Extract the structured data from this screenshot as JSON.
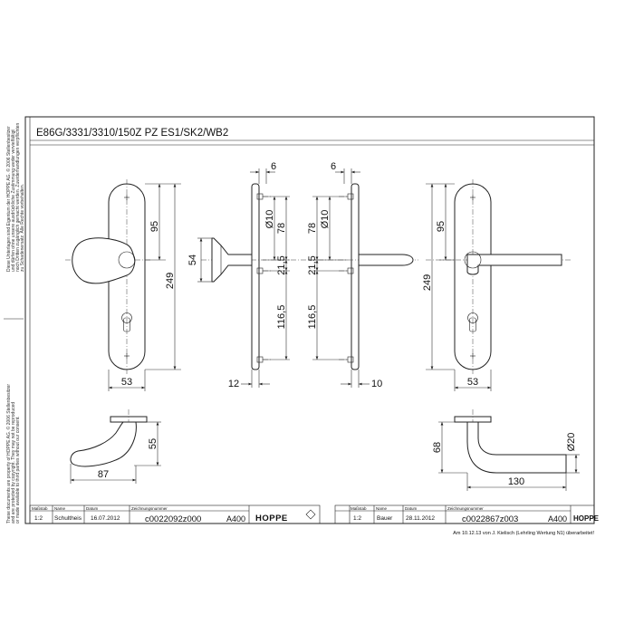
{
  "title": "E86G/3331/3310/150Z PZ ES1/SK2/WB2",
  "left_view": {
    "dim_height_top": "95",
    "dim_height_total": "249",
    "dim_width": "53",
    "dim_knob_offset": "54"
  },
  "side_left": {
    "dim_top": "6",
    "dim_diameter": "Ø10",
    "dim_78": "78",
    "dim_21_5": "21,5",
    "dim_116_5": "116,5",
    "dim_bottom": "12"
  },
  "side_right": {
    "dim_top": "6",
    "dim_diameter": "Ø10",
    "dim_78": "78",
    "dim_21_5": "21,5",
    "dim_116_5": "116,5",
    "dim_bottom": "10"
  },
  "right_view": {
    "dim_height_top": "95",
    "dim_height_total": "249",
    "dim_width": "53"
  },
  "knob_top_view": {
    "dim_height": "55",
    "dim_length": "87"
  },
  "lever_top_view": {
    "dim_height": "68",
    "dim_length": "130",
    "dim_diameter": "Ø20"
  },
  "side_note_left": [
    "Diese Unterlagen sind Eigentum der HOPPE AG. © 2006 Stellenbesitzer",
    "und dürfen ohne unsere ausdrückliche Zustimmung weder vervielfältigt",
    "noch Dritten zugänglich gemacht werden. Zuwiderhandlungen verpflichten",
    "zu Schadenersatz. Alle Rechte vorbehalten."
  ],
  "side_note_right": [
    "These documents are property of HOPPE AG. © 2006 Stellenbesitzer",
    "and are protected by copyright. They may not be reproduced",
    "or made available to third parties without our consent."
  ],
  "titleblock_left": {
    "h_scale": "Maßstab",
    "h_name": "Name",
    "h_date": "Datum",
    "h_number": "Zeichnungsnummer",
    "scale": "1:2",
    "name": "Schultheis",
    "date": "16.07.2012",
    "number": "c0022092z000",
    "format": "A400",
    "brand": "HOPPE"
  },
  "titleblock_right": {
    "h_scale": "Maßstab",
    "h_name": "Name",
    "h_date": "Datum",
    "h_number": "Zeichnungsnummer",
    "scale": "1:2",
    "name": "Bauer",
    "date": "28.11.2012",
    "number": "c0022867z003",
    "format": "A400",
    "brand": "HOPPE"
  },
  "footer_note": "Am 10.12.13 von J. Kielisch (Lehrling Wertung N1) überarbeitet!"
}
